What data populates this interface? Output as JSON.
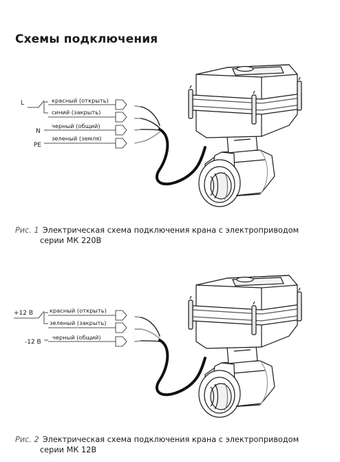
{
  "page": {
    "title": "Схемы подключения"
  },
  "diagrams": [
    {
      "pins": [
        {
          "label": "L",
          "row": 0
        },
        {
          "label": "N",
          "row": 2
        },
        {
          "label": "PE",
          "row": 3
        }
      ],
      "wires": [
        {
          "label": "красный (открыть)"
        },
        {
          "label": "синий (закрыть)"
        },
        {
          "label": "черный (общий)"
        },
        {
          "label": "зеленый (земля)"
        }
      ],
      "caption": {
        "fig": "Рис. 1",
        "line1": "Электрическая схема подключения крана с электроприводом",
        "line2": "серии МК 220В"
      }
    },
    {
      "pins": [
        {
          "label": "+12 В",
          "row": 0
        },
        {
          "label": "-12 В",
          "row": 2
        }
      ],
      "wires": [
        {
          "label": "красный (открыть)"
        },
        {
          "label": "зеленый (закрыть)"
        },
        {
          "label": "черный (общий)"
        }
      ],
      "caption": {
        "fig": "Рис. 2",
        "line1": "Электрическая схема подключения крана с электроприводом",
        "line2": "серии МК 12В"
      }
    }
  ]
}
